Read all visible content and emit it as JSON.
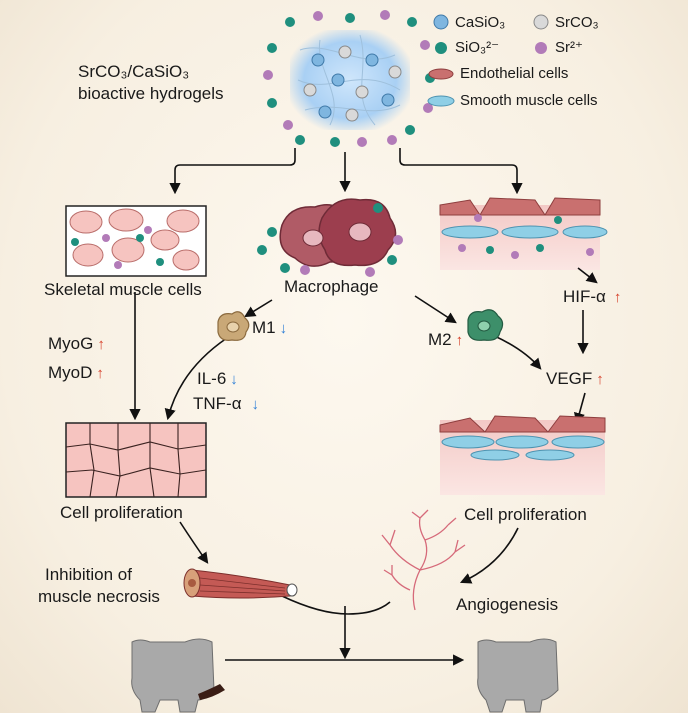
{
  "title_line1": "SrCO₃/CaSiO₃",
  "title_line2": "bioactive hydrogels",
  "legend": {
    "casio3": "CaSiO₃",
    "srco3": "SrCO₃",
    "sio3": "SiO₃²⁻",
    "sr": "Sr²⁺",
    "endothelial": "Endothelial cells",
    "smooth_muscle": "Smooth muscle cells"
  },
  "labels": {
    "skeletal": "Skeletal muscle cells",
    "macrophage": "Macrophage",
    "m1": "M1",
    "m2": "M2",
    "myog": "MyoG",
    "myod": "MyoD",
    "il6": "IL-6",
    "tnfa": "TNF-α",
    "hifa": "HIF-α",
    "vegf": "VEGF",
    "cell_prolif_left": "Cell proliferation",
    "cell_prolif_right": "Cell proliferation",
    "inhibition_line1": "Inhibition of",
    "inhibition_line2": "muscle necrosis",
    "angiogenesis": "Angiogenesis"
  },
  "colors": {
    "casio3": "#7fb6e0",
    "srco3": "#d9d9d9",
    "sio3": "#1f8f7e",
    "sr": "#b27bb8",
    "endothelial": "#c9706f",
    "smooth_muscle": "#8fcfe6",
    "skeletal_cell": "#f6c4c0",
    "macrophage": "#9c3e4e",
    "m1": "#c9a877",
    "m2": "#3d8f6a",
    "up_arrow": "#d6412a",
    "down_arrow": "#2f7fd6"
  }
}
